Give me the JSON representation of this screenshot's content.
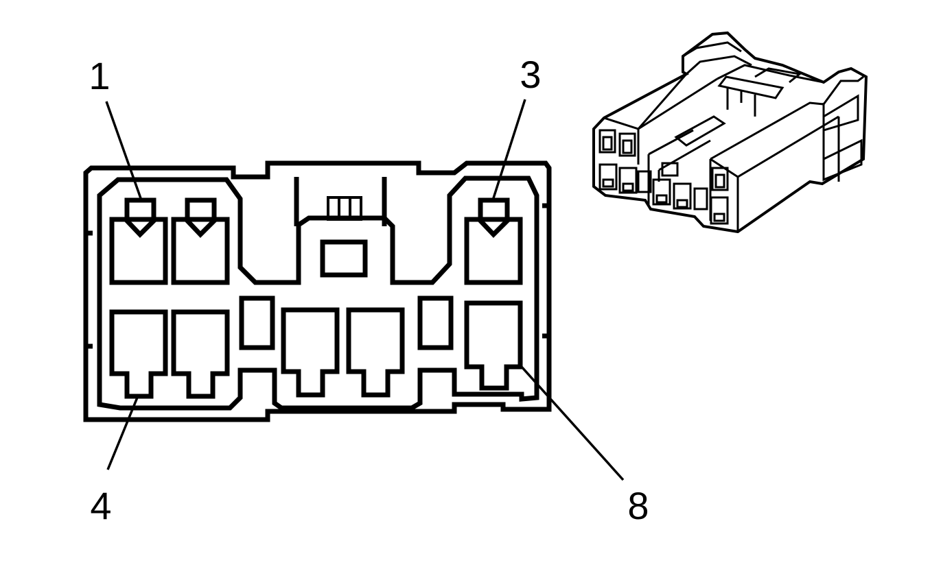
{
  "diagram": {
    "pin_labels": {
      "pin_1": "1",
      "pin_3": "3",
      "pin_4": "4",
      "pin_8": "8"
    }
  }
}
